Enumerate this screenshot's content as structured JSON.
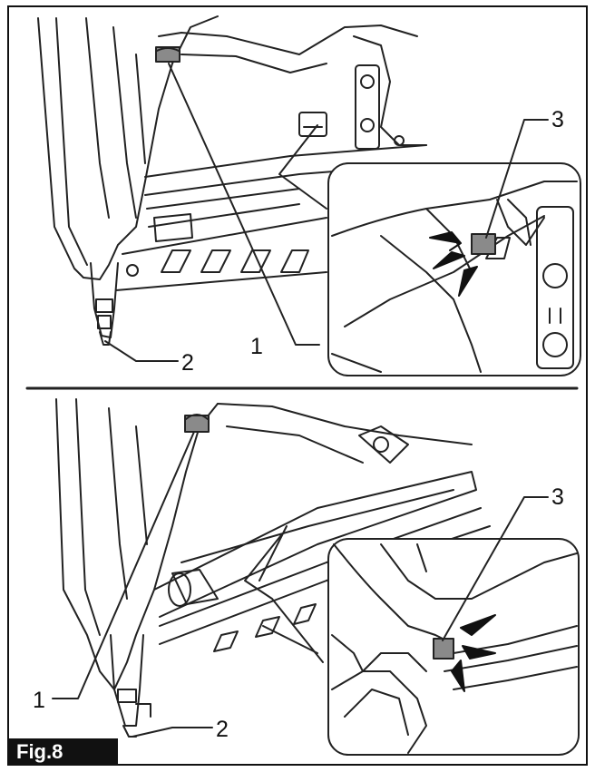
{
  "figure": {
    "label": "Fig.8"
  },
  "callouts": {
    "top": {
      "c1": "1",
      "c2": "2",
      "c3": "3"
    },
    "bottom": {
      "c1": "1",
      "c2": "2",
      "c3": "3"
    }
  },
  "colors": {
    "line": "#222222",
    "indicator": "#8a8a8a",
    "badge": "#111111"
  }
}
